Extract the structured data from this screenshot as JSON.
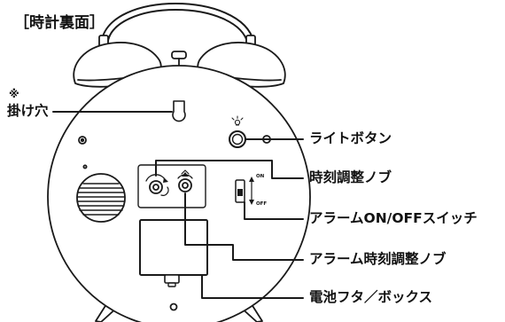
{
  "caption": "［時計裏面］",
  "hole_note_mark": "※",
  "hole_label": "掛け穴",
  "callouts": {
    "light_button": "ライトボタン",
    "time_knob": "時刻調整ノブ",
    "alarm_switch": "アラームON/OFFスイッチ",
    "alarm_knob": "アラーム時刻調整ノブ",
    "battery_cover": "電池フタ／ボックス"
  },
  "switch_marks": {
    "on": "ON",
    "off": "OFF"
  },
  "colors": {
    "line": "#1a1a1a",
    "fill": "#ffffff",
    "text": "#111111"
  },
  "icons": [
    "bulb-icon",
    "knob-rotate-icon",
    "alarm-bell-icon"
  ]
}
